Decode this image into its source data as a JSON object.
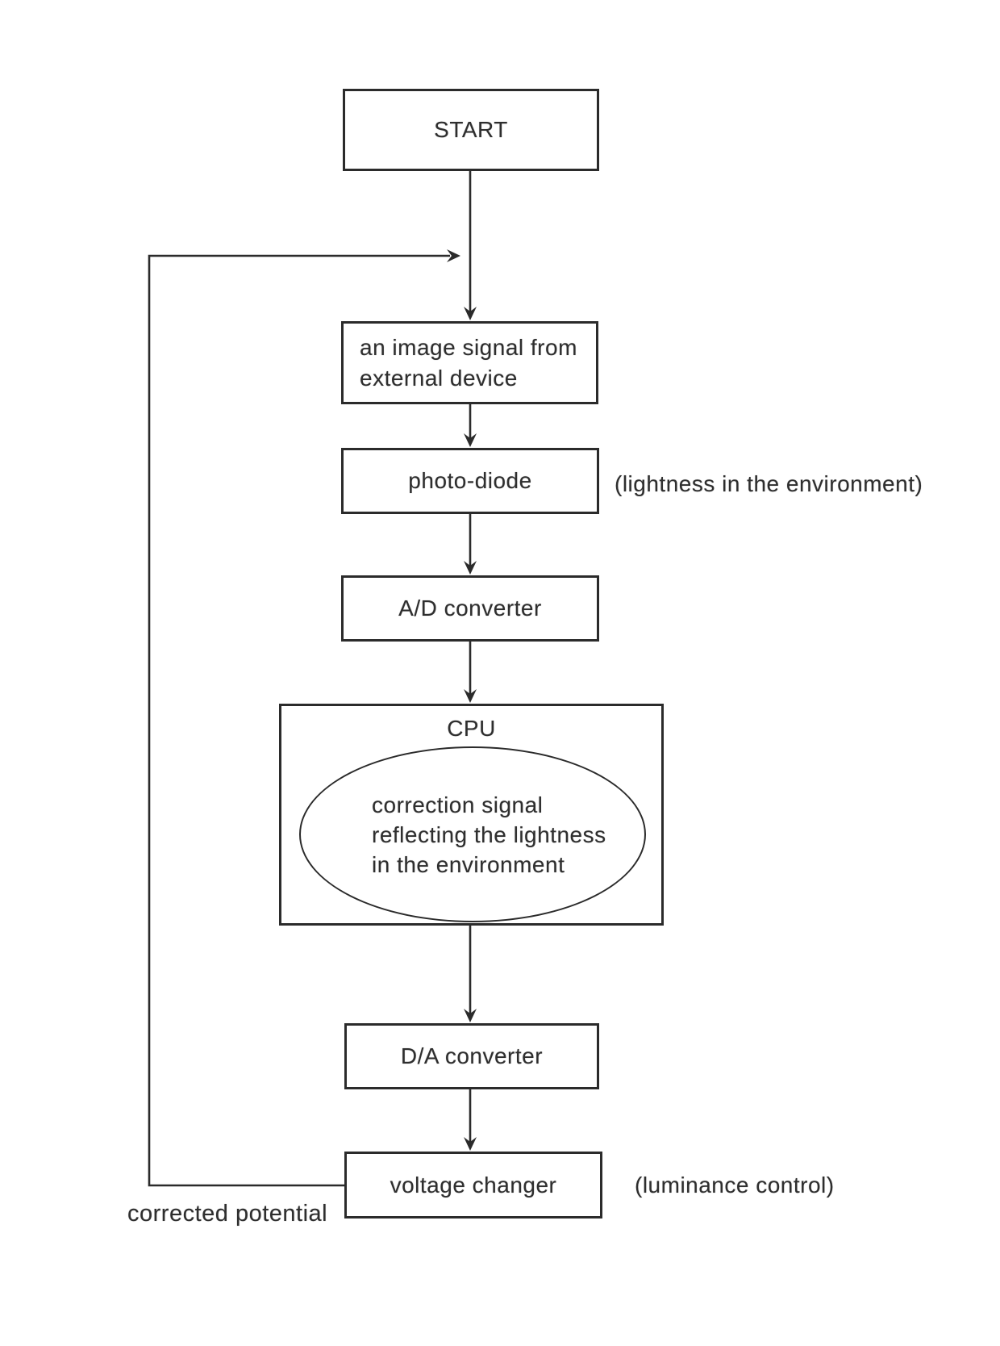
{
  "flowchart": {
    "nodes": {
      "start": "START",
      "image_signal": "an image signal from\nexternal device",
      "photo_diode": "photo-diode",
      "ad_converter": "A/D converter",
      "cpu": "CPU",
      "cpu_ellipse": "correction signal\nreflecting the lightness\nin the environment",
      "da_converter": "D/A converter",
      "voltage_changer": "voltage changer"
    },
    "annotations": {
      "photo_diode_note": "(lightness in the environment)",
      "voltage_changer_note": "(luminance control)",
      "feedback_label": "corrected potential"
    },
    "colors": {
      "line": "#2b2b2b",
      "text": "#2e2e2e",
      "background": "#ffffff"
    }
  }
}
